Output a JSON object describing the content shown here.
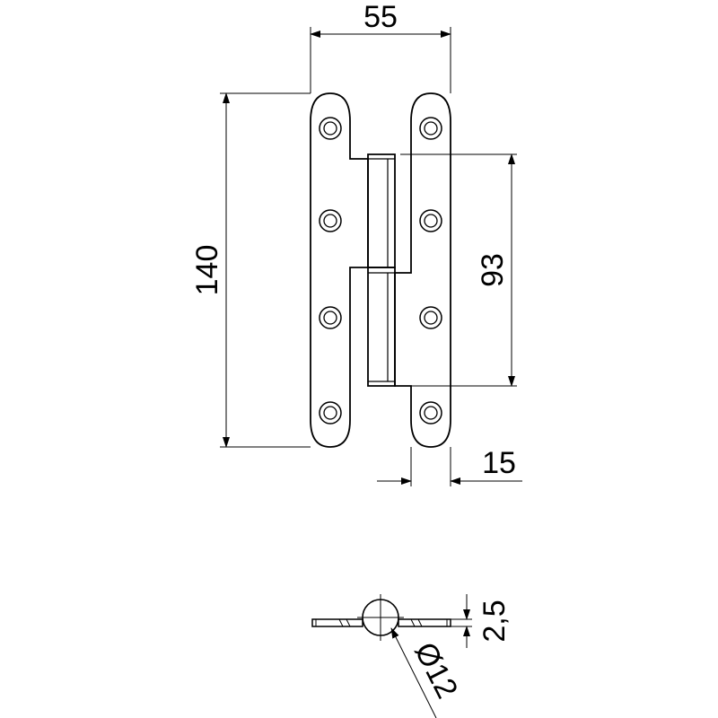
{
  "dimensions": {
    "overall_width": "55",
    "overall_height": "140",
    "knuckle_height": "93",
    "leaf_width": "15",
    "thickness": "2,5",
    "pin_diameter": "Ø12"
  }
}
